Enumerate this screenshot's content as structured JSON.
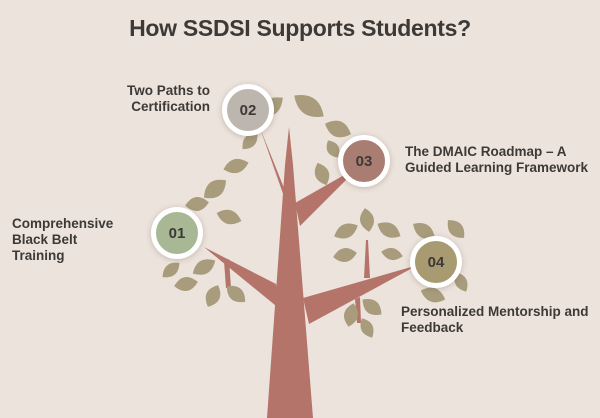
{
  "title": "How SSDSI Supports Students?",
  "items": [
    {
      "number": "01",
      "label": "Comprehensive Black Belt Training",
      "color": "#a9b894"
    },
    {
      "number": "02",
      "label": "Two Paths to Certification",
      "color": "#bdb6ae"
    },
    {
      "number": "03",
      "label": "The DMAIC Roadmap – A Guided Learning Framework",
      "color": "#aa7d73"
    },
    {
      "number": "04",
      "label": "Personalized Mentorship and Feedback",
      "color": "#a89a71"
    }
  ],
  "colors": {
    "background": "#ece3dc",
    "text": "#3d3936",
    "trunk": "#b4746a",
    "leaves": "#a89c7c",
    "ring": "#ffffff"
  }
}
